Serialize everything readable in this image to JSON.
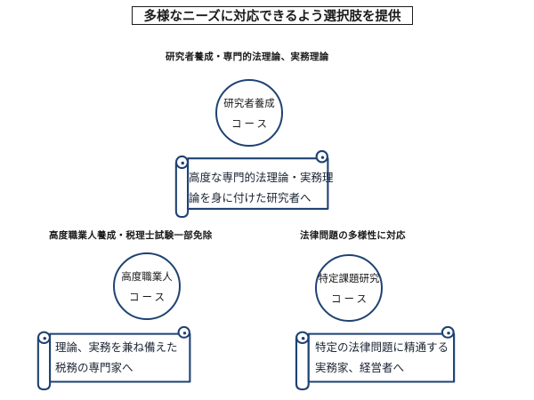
{
  "title": "多様なニーズに対応できるよう選択肢を提供",
  "colors": {
    "accent": "#1E4273",
    "ink": "#1a1a1a",
    "scroll_text": "#1b2433",
    "background": "#ffffff"
  },
  "sections": [
    {
      "heading": "研究者養成・専門的法理論、実務理論",
      "circle": {
        "line1": "研究者養成",
        "line2": "コース"
      },
      "scroll": {
        "line1": "高度な専門的法理論・実務理",
        "line2": "論を身に付けた研究者へ"
      }
    },
    {
      "heading": "高度職業人養成・税理士試験一部免除",
      "circle": {
        "line1": "高度職業人",
        "line2": "コース"
      },
      "scroll": {
        "line1": "理論、実務を兼ね備えた",
        "line2": "税務の専門家へ"
      }
    },
    {
      "heading": "法律問題の多様性に対応",
      "circle": {
        "line1": "特定課題研究",
        "line2": "コース"
      },
      "scroll": {
        "line1": "特定の法律問題に精通する",
        "line2": "実務家、経営者へ"
      }
    }
  ]
}
